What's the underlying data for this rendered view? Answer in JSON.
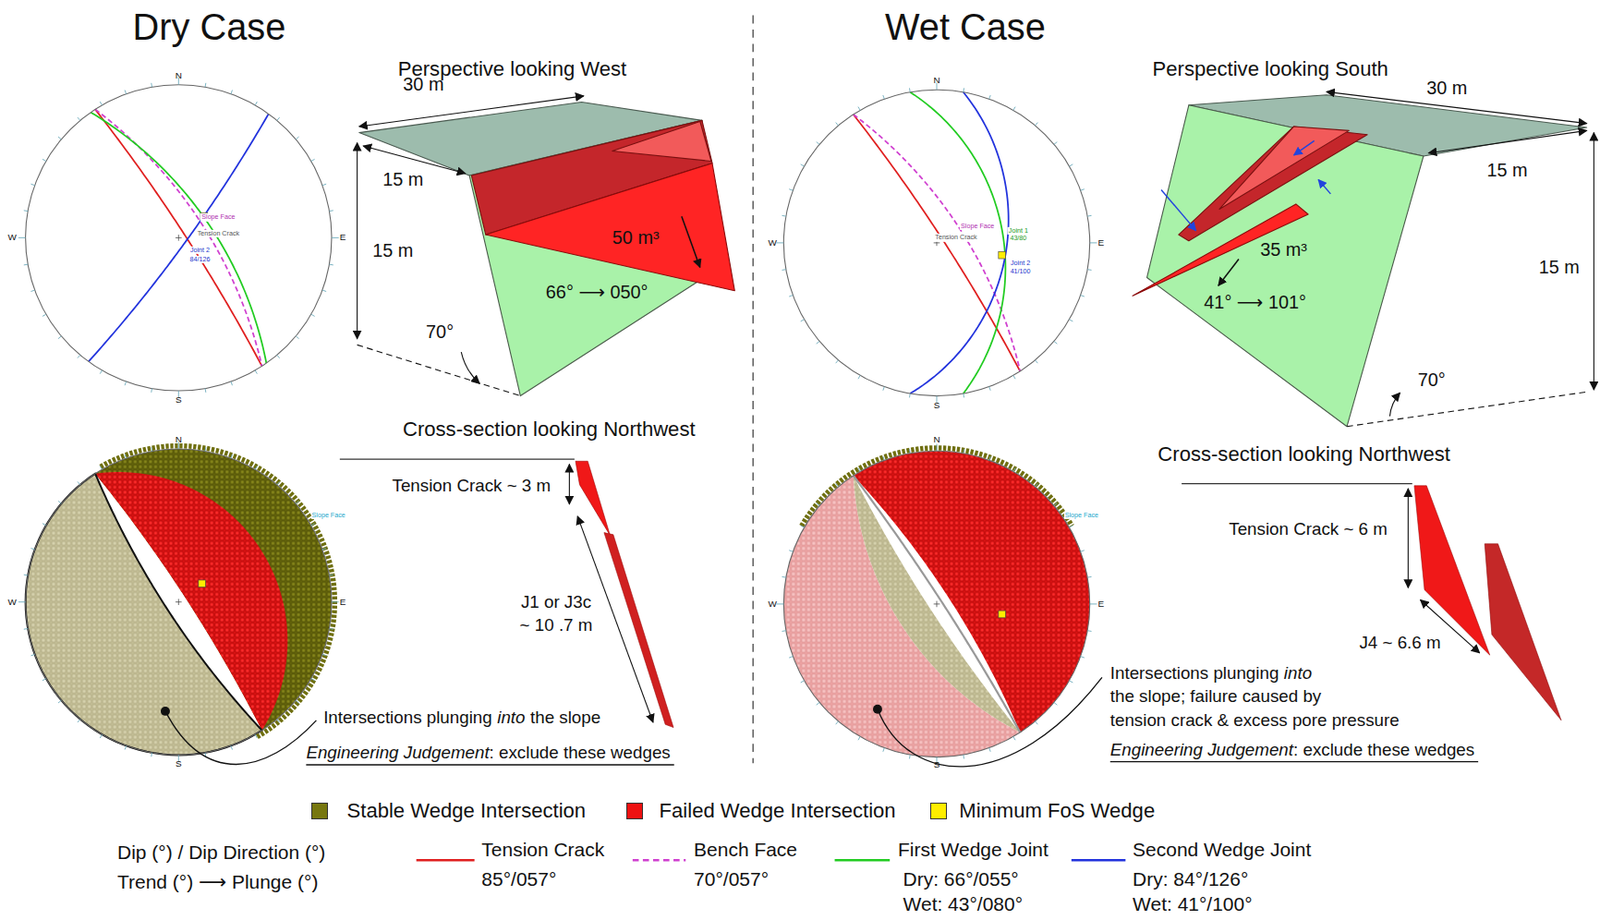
{
  "diagram": {
    "labels": [
      "Dry Case",
      "Perspective looking West",
      "30 m",
      "15 m",
      "15 m",
      "50 m³",
      "66° ⟶ 050°",
      "70°",
      "Cross-section looking Northwest",
      "Tension Crack ~ 3 m",
      "J1 or J3c",
      "~ 10 .7 m",
      "Intersections plunging",
      "into",
      "the slope",
      "Engineering Judgement",
      ": exclude these wedges",
      "Wet Case",
      "Perspective looking South",
      "30 m",
      "15 m",
      "15 m",
      "35 m³",
      "41° ⟶ 101°",
      "70°",
      "Cross-section looking Northwest",
      "Tension Crack ~ 6 m",
      "J4 ~ 6.6 m",
      "Intersections plunging",
      "into",
      "the slope; failure caused by",
      "tension crack & excess pore pressure",
      "Engineering Judgement",
      ": exclude these wedges",
      "85°/057°",
      "70°/057°",
      "Dry: 66°/055°",
      "Wet: 43°/080°",
      "Dry: 84°/126°",
      "Wet: 41°/100°",
      "Dip (°) / Dip Direction (°)",
      "Trend (°) ⟶ Plunge (°)",
      "N",
      "E",
      "S",
      "W",
      "N",
      "E",
      "S",
      "W",
      "N",
      "E",
      "S",
      "W",
      "N",
      "E",
      "S",
      "W",
      "Slope Face",
      "Tension Crack",
      "Joint 2",
      "84/126",
      "Slope Face",
      "Tension Crack",
      "Joint 1",
      "43/80",
      "Joint 2",
      "41/100",
      "Slope Face",
      "Slope Face"
    ],
    "legend": [
      {
        "text": "Stable Wedge Intersection",
        "color": "#77770f"
      },
      {
        "text": "Failed Wedge Intersection",
        "color": "#ee1111"
      },
      {
        "text": "Minimum FoS Wedge",
        "color": "#ffee00"
      },
      {
        "text": "Tension Crack"
      },
      {
        "text": "Bench Face"
      },
      {
        "text": "First Wedge Joint"
      },
      {
        "text": "Second Wedge Joint"
      }
    ]
  }
}
